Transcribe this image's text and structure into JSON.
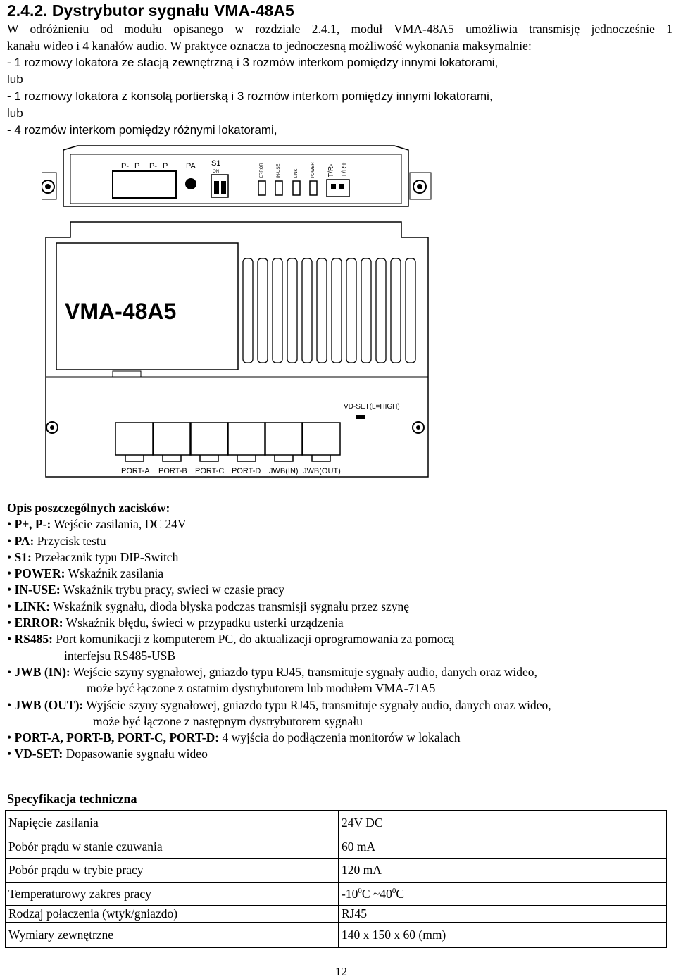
{
  "heading": "2.4.2. Dystrybutor sygnału VMA-48A5",
  "intro": {
    "line1": "W odróżnieniu od modułu opisanego w rozdziale 2.4.1, moduł VMA-48A5 umożliwia transmisję jednocześnie 1",
    "line2": "kanału wideo i 4 kanałów audio. W praktyce oznacza to jednoczesną możliwość wykonania maksymalnie:",
    "line3": "- 1 rozmowy lokatora ze stacją zewnętrzną i 3 rozmów interkom pomiędzy innymi lokatorami,",
    "line4": "lub",
    "line5": "- 1 rozmowy lokatora z konsolą portierską i 3 rozmów interkom pomiędzy innymi lokatorami,",
    "line6": "lub",
    "line7": "- 4 rozmów interkom pomiędzy różnymi lokatorami,"
  },
  "device": {
    "model": "VMA-48A5",
    "terminal_labels": [
      "P-",
      "P+",
      "P-",
      "P+"
    ],
    "pa_label": "PA",
    "s1_label": "S1",
    "on_label": "ON",
    "led_labels": [
      "ERROR",
      "IN-USE",
      "LINK",
      "POWER"
    ],
    "tr_labels": [
      "T/R-",
      "T/R+"
    ],
    "vdset_label": "VD-SET(L=HIGH)",
    "port_labels": [
      "PORT-A",
      "PORT-B",
      "PORT-C",
      "PORT-D",
      "JWB(IN)",
      "JWB(OUT)"
    ]
  },
  "opis": {
    "title": "Opis poszczególnych zacisków:",
    "bullet": "•",
    "items": [
      {
        "key": "P+, P-:",
        "text": " Wejście zasilania, DC 24V"
      },
      {
        "key": "PA:",
        "text": " Przycisk testu"
      },
      {
        "key": "S1:",
        "text": " Przełacznik typu DIP-Switch"
      },
      {
        "key": "POWER:",
        "text": " Wskaźnik zasilania"
      },
      {
        "key": "IN-USE:",
        "text": " Wskaźnik trybu pracy, swieci w czasie pracy"
      },
      {
        "key": "LINK:",
        "text": " Wskaźnik sygnału, dioda błyska podczas transmisji sygnału przez szynę"
      },
      {
        "key": "ERROR:",
        "text": " Wskaźnik błędu, świeci w przypadku usterki urządzenia"
      },
      {
        "key": "RS485:",
        "text": " Port komunikacji z komputerem PC, do aktualizacji oprogramowania za pomocą",
        "cont": "interfejsu RS485-USB"
      },
      {
        "key": "JWB (IN):",
        "text": " Wejście szyny sygnałowej, gniazdo typu RJ45, transmituje sygnały audio, danych oraz wideo,",
        "cont": "może być łączone z ostatnim dystrybutorem lub modułem VMA-71A5"
      },
      {
        "key": "JWB (OUT):",
        "text": " Wyjście szyny sygnałowej, gniazdo typu RJ45, transmituje sygnały audio, danych oraz wideo,",
        "cont": "może być łączone z następnym dystrybutorem sygnału"
      },
      {
        "key": "PORT-A, PORT-B, PORT-C, PORT-D:",
        "text": " 4 wyjścia do podłączenia monitorów w lokalach"
      },
      {
        "key": "VD-SET:",
        "text": " Dopasowanie sygnału wideo"
      }
    ]
  },
  "spec": {
    "title": "Specyfikacja techniczna",
    "rows": [
      {
        "label": "Napięcie zasilania",
        "value": "24V DC"
      },
      {
        "label": "Pobór prądu w stanie czuwania",
        "value": "60 mA"
      },
      {
        "label": "Pobór prądu w trybie pracy",
        "value": "120 mA"
      },
      {
        "label": "Temperaturowy zakres pracy",
        "value_a": "-10",
        "sup_a": "0",
        "value_b": "C ~40",
        "sup_b": "0",
        "value_c": "C"
      },
      {
        "label": "Rodzaj połaczenia (wtyk/gniazdo)",
        "value": "RJ45"
      },
      {
        "label": "Wymiary zewnętrzne",
        "value": "140 x 150 x 60 (mm)"
      }
    ]
  },
  "page_number": "12"
}
